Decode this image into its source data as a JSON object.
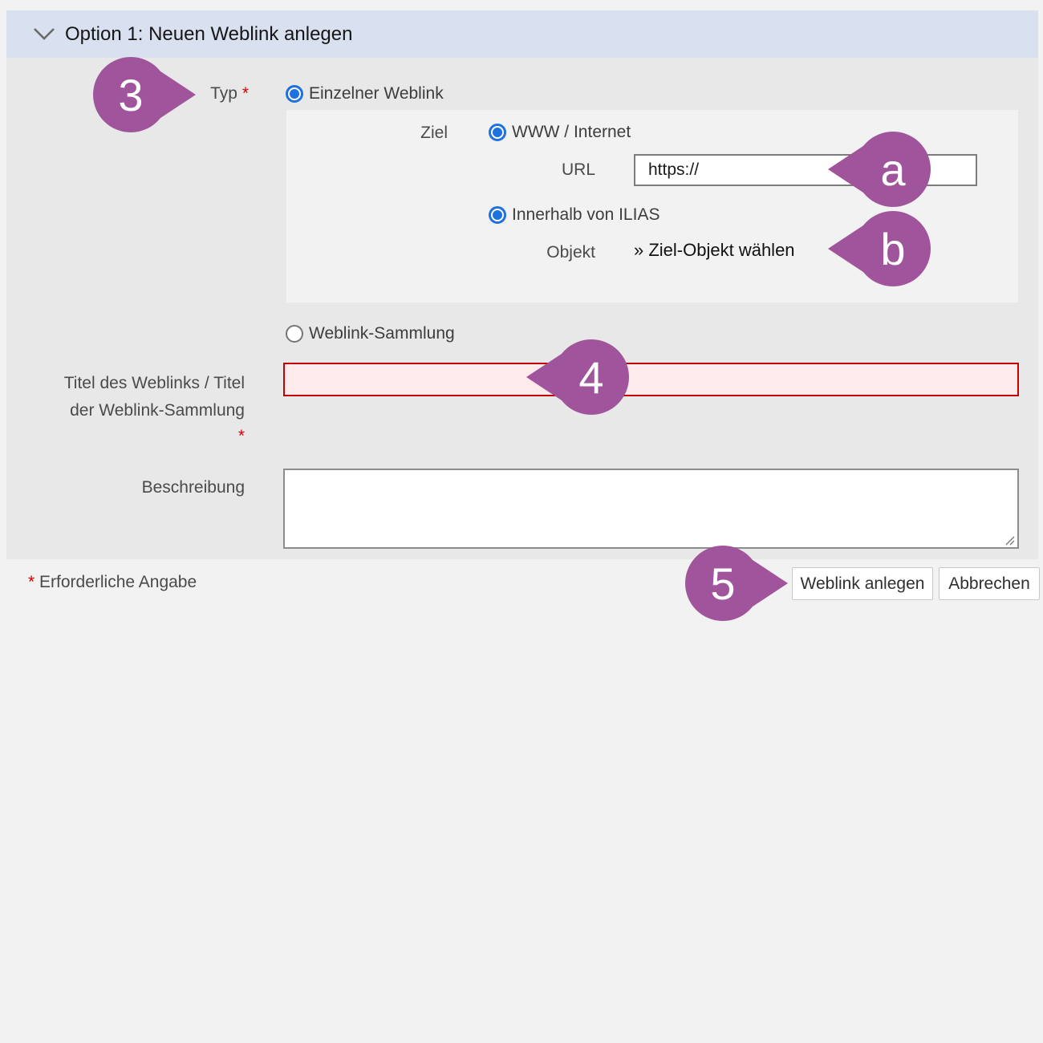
{
  "accordion": {
    "title": "Option 1: Neuen Weblink anlegen"
  },
  "form": {
    "typ_label": "Typ",
    "required_mark": "*",
    "einzelner_label": "Einzelner Weblink",
    "ziel_label": "Ziel",
    "www_label": "WWW / Internet",
    "url_label": "URL",
    "url_value": "https://",
    "ilias_label": "Innerhalb von ILIAS",
    "objekt_label": "Objekt",
    "objekt_link": "» Ziel-Objekt wählen",
    "sammlung_label": "Weblink-Sammlung",
    "titel_label_line1": "Titel des Weblinks / Titel",
    "titel_label_line2": "der Weblink-Sammlung",
    "titel_value": "",
    "beschreibung_label": "Beschreibung",
    "beschreibung_value": ""
  },
  "footer": {
    "required_mark": "*",
    "required_note": "Erforderliche Angabe",
    "submit_label": "Weblink anlegen",
    "cancel_label": "Abbrechen"
  },
  "annotations": {
    "color": "#a0549c",
    "markers": [
      {
        "label": "3",
        "target": "typ-field"
      },
      {
        "label": "a",
        "target": "url-input"
      },
      {
        "label": "b",
        "target": "ziel-objekt-link"
      },
      {
        "label": "4",
        "target": "titel-input"
      },
      {
        "label": "5",
        "target": "weblink-anlegen-button"
      }
    ]
  },
  "colors": {
    "header_bg": "#d9e0ef",
    "body_bg": "#e8e8e8",
    "page_bg": "#f2f2f2",
    "radio_selected": "#1f71dd",
    "error_border": "#c40000",
    "error_bg": "#fdeaea",
    "required_red": "#d10000",
    "annotation_purple": "#a0549c"
  }
}
